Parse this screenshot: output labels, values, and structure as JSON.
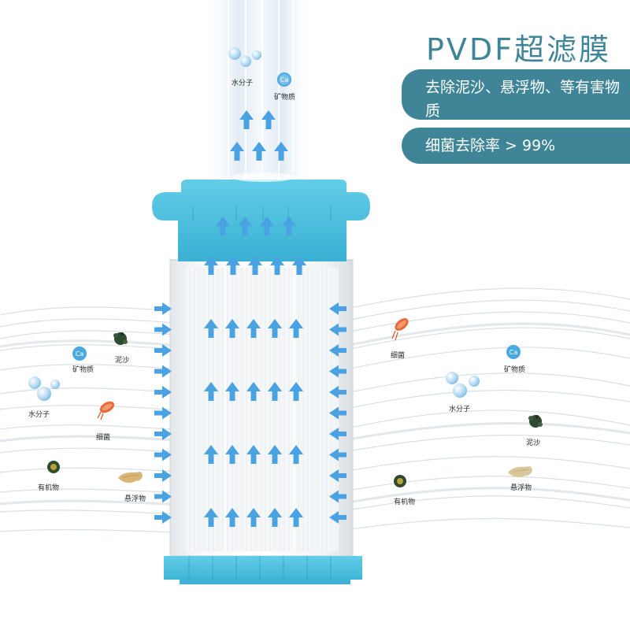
{
  "title": "PVDF超滤膜",
  "features": [
    "去除泥沙、悬浮物、等有害物质",
    "细菌去除率 > 99%"
  ],
  "labels": {
    "top_water": "水分子",
    "top_mineral": "矿物质",
    "left_mineral": "矿物质",
    "left_sand": "泥沙",
    "left_water": "水分子",
    "left_bacteria": "细菌",
    "left_organic": "有机物",
    "left_suspended": "悬浮物",
    "right_bacteria": "细菌",
    "right_mineral": "矿物质",
    "right_water": "水分子",
    "right_sand": "泥沙",
    "right_organic": "有机物",
    "right_suspended": "悬浮物"
  },
  "colors": {
    "accent": "#3f8597",
    "filter_cap": "#4cc0df",
    "arrow": "#4aa2e2",
    "wave": "#d7dde2"
  },
  "icons": {
    "mineral": "ca-bubble-icon",
    "water": "water-bubbles-icon",
    "sand": "sand-cluster-icon",
    "bacteria": "bacteria-icon",
    "organic": "organic-matter-icon",
    "suspended": "suspended-matter-icon"
  }
}
